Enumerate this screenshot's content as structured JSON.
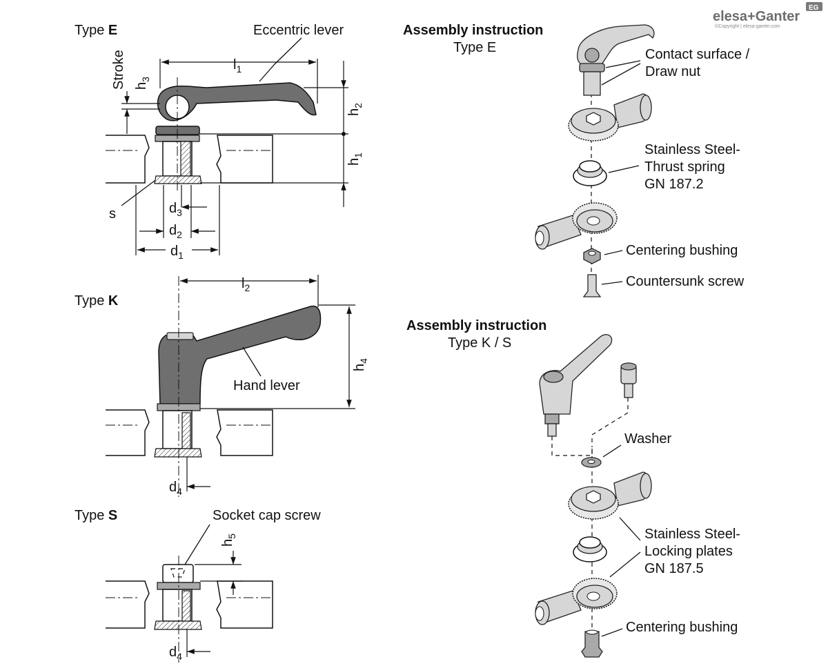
{
  "logo": {
    "brand": "elesa+Ganter",
    "badge": "EG",
    "copyright": "©Copyright | elesa-ganter.com"
  },
  "type_e": {
    "label_prefix": "Type ",
    "label_letter": "E",
    "eccentric_lever": "Eccentric lever",
    "stroke": "Stroke",
    "dims": {
      "l1": "l",
      "l1_sub": "1",
      "h3": "h",
      "h3_sub": "3",
      "h2": "h",
      "h2_sub": "2",
      "h1": "h",
      "h1_sub": "1",
      "s": "s",
      "d3": "d",
      "d3_sub": "3",
      "d2": "d",
      "d2_sub": "2",
      "d1": "d",
      "d1_sub": "1"
    }
  },
  "type_k": {
    "label_prefix": "Type ",
    "label_letter": "K",
    "hand_lever": "Hand lever",
    "dims": {
      "l2": "l",
      "l2_sub": "2",
      "h4": "h",
      "h4_sub": "4",
      "d4": "d",
      "d4_sub": "4"
    }
  },
  "type_s": {
    "label_prefix": "Type ",
    "label_letter": "S",
    "socket_cap_screw": "Socket cap screw",
    "dims": {
      "h5": "h",
      "h5_sub": "5",
      "d4": "d",
      "d4_sub": "4"
    }
  },
  "assembly_e": {
    "title": "Assembly instruction",
    "subtitle": "Type E",
    "contact_line1": "Contact surface /",
    "contact_line2": "Draw nut",
    "spring_line1": "Stainless Steel-",
    "spring_line2": "Thrust spring",
    "spring_line3": "GN 187.2",
    "centering_bushing": "Centering bushing",
    "countersunk_screw": "Countersunk screw"
  },
  "assembly_ks": {
    "title": "Assembly instruction",
    "subtitle": "Type K / S",
    "washer": "Washer",
    "plates_line1": "Stainless Steel-",
    "plates_line2": "Locking plates",
    "plates_line3": "GN 187.5",
    "centering_bushing": "Centering bushing"
  }
}
